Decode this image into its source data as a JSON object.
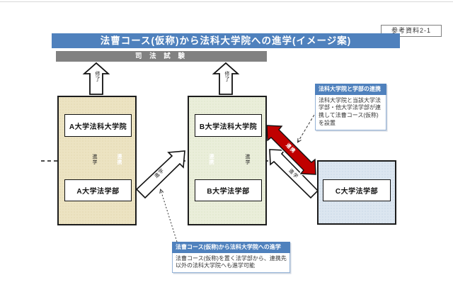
{
  "page": {
    "ref_label": "参考資料2-1",
    "title": "法曹コース(仮称)から法科大学院への進学(イメージ案)",
    "bar_exam": "司 法 試 験"
  },
  "labels": {
    "completion": "修了",
    "advance": "進学",
    "partnership": "連携"
  },
  "boxes": {
    "a": {
      "grad_school": "A大学法科大学院",
      "faculty": "A大学法学部"
    },
    "b": {
      "grad_school": "B大学法科大学院",
      "faculty": "B大学法学部"
    },
    "c": {
      "faculty": "C大学法学部"
    }
  },
  "callouts": {
    "partnership": {
      "title": "法科大学院と学部の連携",
      "body": "法科大学院と当該大学法学部・他大学法学部が連携して法曹コース(仮称)を設置"
    },
    "advance": {
      "title": "法曹コース(仮称)から法科大学院への進学",
      "body": "法曹コース(仮称)を置く法学部から、連携先以外の法科大学院へも進学可能"
    }
  },
  "colors": {
    "accent_blue": "#4f81bd",
    "banner_gray": "#818181",
    "arrow_red": "#c00000",
    "box_a_fill": "#ece3c2",
    "box_b_fill": "#eaeeda",
    "box_c_fill": "#dce6f0",
    "callout_border": "#95b3d7"
  }
}
